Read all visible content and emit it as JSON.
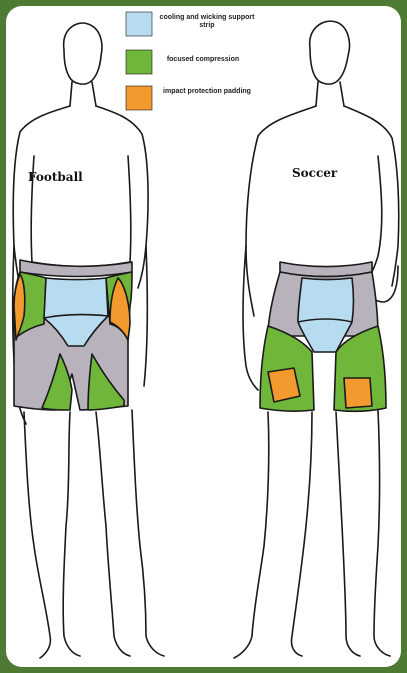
{
  "legend": {
    "items": [
      {
        "label": "cooling and wicking support strip",
        "color": "#b7dbef"
      },
      {
        "label": "focused compression",
        "color": "#6fb63a"
      },
      {
        "label": "impact protection padding",
        "color": "#f29a2e"
      }
    ]
  },
  "figures": {
    "left": {
      "label": "Football"
    },
    "right": {
      "label": "Soccer"
    }
  },
  "colors": {
    "frame": "#4f7a33",
    "grey": "#b8b2bc",
    "outline": "#1a1a1a"
  }
}
